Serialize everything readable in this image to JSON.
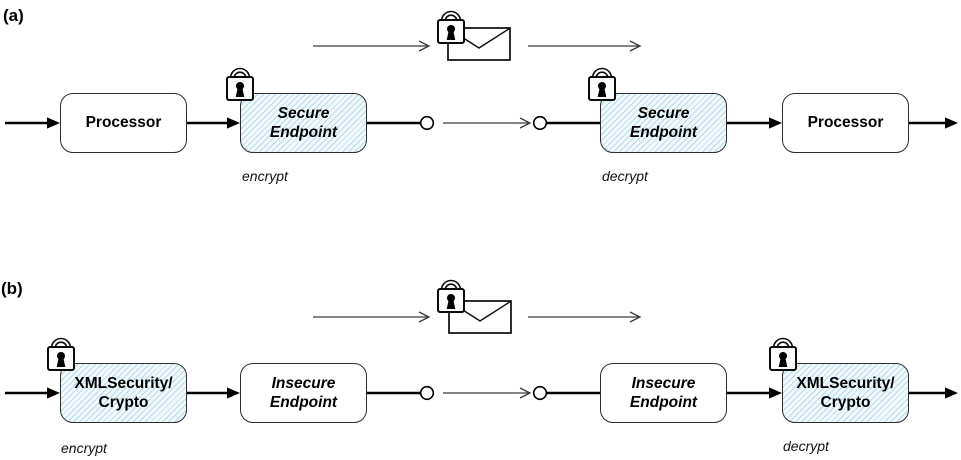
{
  "colors": {
    "background": "#ffffff",
    "hatch_fill": "#f3fafd",
    "hatch_stripe": "#b5dbe9",
    "box_border": "#2d2d2d",
    "flow_line": "#000000",
    "thin_line": "#3a3a3a"
  },
  "icons": {
    "padlock": "closed-padlock",
    "envelope": "message-envelope"
  },
  "part_a": {
    "label": "(a)",
    "nodes": [
      {
        "label": "Processor"
      },
      {
        "label": "Secure\nEndpoint"
      },
      {
        "label": "Secure\nEndpoint"
      },
      {
        "label": "Processor"
      }
    ],
    "encrypt_label": "encrypt",
    "decrypt_label": "decrypt"
  },
  "part_b": {
    "label": "(b)",
    "nodes": [
      {
        "label": "XMLSecurity/\nCrypto"
      },
      {
        "label": "Insecure\nEndpoint"
      },
      {
        "label": "Insecure\nEndpoint"
      },
      {
        "label": "XMLSecurity/\nCrypto"
      }
    ],
    "encrypt_label": "encrypt",
    "decrypt_label": "decrypt"
  }
}
